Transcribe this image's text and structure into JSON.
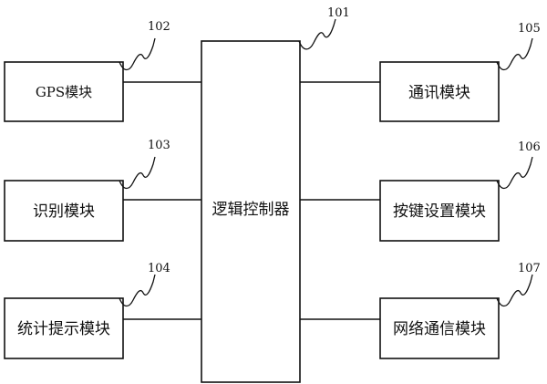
{
  "controller": {
    "label": "逻辑控制器",
    "ref": "101"
  },
  "modules_left": [
    {
      "label": "GPS模块",
      "ref": "102"
    },
    {
      "label": "识别模块",
      "ref": "103"
    },
    {
      "label": "统计提示模块",
      "ref": "104"
    }
  ],
  "modules_right": [
    {
      "label": "通讯模块",
      "ref": "105"
    },
    {
      "label": "按键设置模块",
      "ref": "106"
    },
    {
      "label": "网络通信模块",
      "ref": "107"
    }
  ],
  "colors": {
    "stroke": "#111111",
    "background": "#ffffff"
  }
}
